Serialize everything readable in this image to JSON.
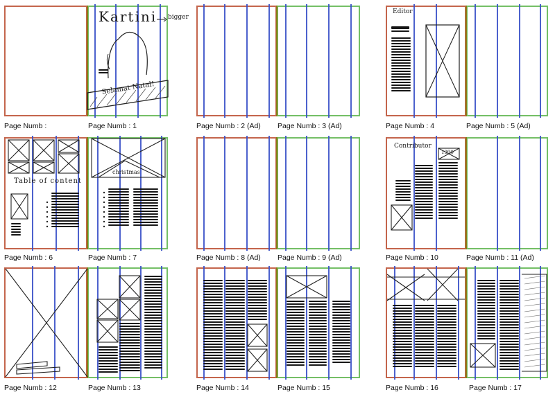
{
  "spreads": [
    {
      "left_label": "Page Numb :",
      "right_label": "Page Numb : 1"
    },
    {
      "left_label": "Page Numb : 2 (Ad)",
      "right_label": "Page Numb : 3 (Ad)"
    },
    {
      "left_label": "Page Numb : 4",
      "right_label": "Page Numb : 5 (Ad)"
    },
    {
      "left_label": "Page Numb : 6",
      "right_label": "Page Numb : 7"
    },
    {
      "left_label": "Page Numb : 8 (Ad)",
      "right_label": "Page Numb : 9 (Ad)"
    },
    {
      "left_label": "Page Numb : 10",
      "right_label": "Page Numb : 11 (Ad)"
    },
    {
      "left_label": "Page Numb : 12",
      "right_label": "Page Numb : 13"
    },
    {
      "left_label": "Page Numb : 14",
      "right_label": "Page Numb : 15"
    },
    {
      "left_label": "Page Numb : 16",
      "right_label": "Page Numb : 17"
    }
  ],
  "annotations": {
    "cover_title": "Kartini",
    "cover_note": "bigger",
    "cover_banner": "Selamat Natal!",
    "editor": "Editor",
    "toc": "Table of content",
    "christmas": "christmas",
    "contributor": "Contributor",
    "year": "1990"
  },
  "colors": {
    "left_page_border": "#c4654c",
    "right_page_border": "#74bf66",
    "spine": "#8a7a14",
    "column_guides": "#3950c8",
    "ink": "#161616"
  }
}
